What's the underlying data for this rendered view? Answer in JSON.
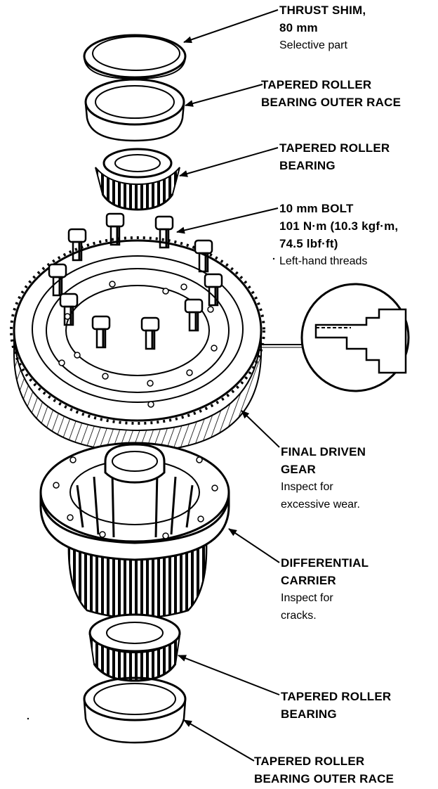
{
  "callouts": {
    "thrust_shim": {
      "bold": [
        "THRUST SHIM,",
        "80 mm"
      ],
      "note": [
        "Selective part"
      ]
    },
    "outer_race_top": {
      "bold": [
        "TAPERED ROLLER",
        "BEARING OUTER RACE"
      ],
      "note": []
    },
    "bearing_top": {
      "bold": [
        "TAPERED ROLLER",
        "BEARING"
      ],
      "note": []
    },
    "bolt": {
      "bold": [
        "10 mm BOLT",
        "101 N·m (10.3 kgf·m,",
        "74.5 lbf·ft)"
      ],
      "note": [
        "Left-hand threads"
      ]
    },
    "final_driven_gear": {
      "bold": [
        "FINAL DRIVEN",
        "GEAR"
      ],
      "note": [
        "Inspect for",
        "excessive wear."
      ]
    },
    "differential_carrier": {
      "bold": [
        "DIFFERENTIAL",
        "CARRIER"
      ],
      "note": [
        "Inspect for",
        "cracks."
      ]
    },
    "bearing_bottom": {
      "bold": [
        "TAPERED ROLLER",
        "BEARING"
      ],
      "note": []
    },
    "outer_race_bottom": {
      "bold": [
        "TAPERED ROLLER",
        "BEARING OUTER RACE"
      ],
      "note": []
    }
  }
}
